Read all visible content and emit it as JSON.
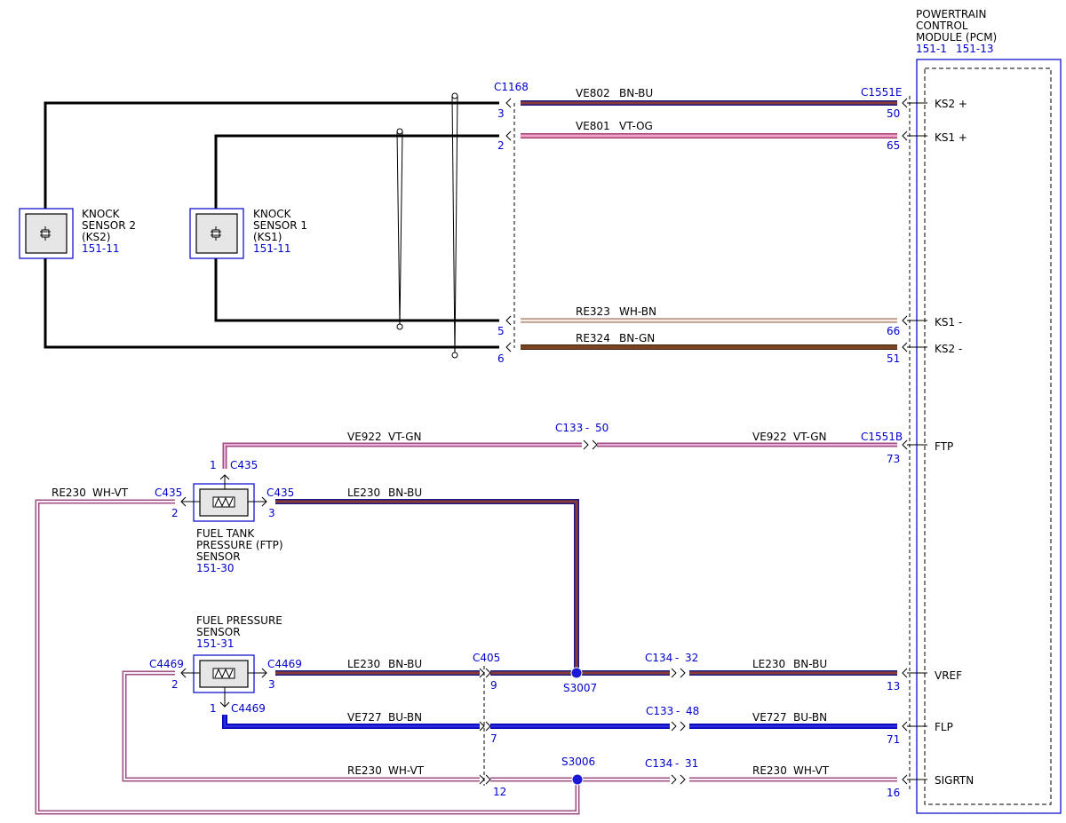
{
  "pcm": {
    "title_lines": [
      "POWERTRAIN",
      "CONTROL",
      "MODULE (PCM)"
    ],
    "refs": [
      "151-1",
      "151-13"
    ],
    "pins": [
      {
        "label": "KS2 +"
      },
      {
        "label": "KS1 +"
      },
      {
        "label": "KS1 -"
      },
      {
        "label": "KS2 -"
      },
      {
        "label": "FTP"
      },
      {
        "label": "VREF"
      },
      {
        "label": "FLP"
      },
      {
        "label": "SIGRTN"
      }
    ]
  },
  "components": {
    "ks2": {
      "lines": [
        "KNOCK",
        "SENSOR 2",
        "(KS2)"
      ],
      "ref": "151-11"
    },
    "ks1": {
      "lines": [
        "KNOCK",
        "SENSOR 1",
        "(KS1)"
      ],
      "ref": "151-11"
    },
    "ftp": {
      "lines": [
        "FUEL TANK",
        "PRESSURE (FTP)",
        "SENSOR"
      ],
      "ref": "151-30"
    },
    "fps": {
      "lines": [
        "FUEL PRESSURE",
        "SENSOR"
      ],
      "ref": "151-31"
    }
  },
  "connectors": {
    "c1168": "C1168",
    "c1551e": "C1551E",
    "c1551b": "C1551B",
    "c133_50": [
      "C133",
      "-",
      "50"
    ],
    "c435_top": "C435",
    "c435_left": "C435",
    "c435_right": "C435",
    "c4469_left": "C4469",
    "c4469_right": "C4469",
    "c4469_bottom": "C4469",
    "c405": "C405",
    "c134_32": [
      "C134",
      "-",
      "32"
    ],
    "c133_48": [
      "C133",
      "-",
      "48"
    ],
    "c134_31": [
      "C134",
      "-",
      "31"
    ]
  },
  "splices": {
    "s3007": "S3007",
    "s3006": "S3006"
  },
  "pins": {
    "c1168_3": "3",
    "c1168_2": "2",
    "c1168_5": "5",
    "c1168_6": "6",
    "pcm_50": "50",
    "pcm_65": "65",
    "pcm_66": "66",
    "pcm_51": "51",
    "pcm_73": "73",
    "pcm_13": "13",
    "pcm_71": "71",
    "pcm_16": "16",
    "ftp_1": "1",
    "ftp_2": "2",
    "ftp_3": "3",
    "fps_1": "1",
    "fps_2": "2",
    "fps_3": "3",
    "c405_9": "9",
    "c405_7": "7",
    "c405_12": "12"
  },
  "wires": {
    "ve802": [
      "VE802",
      "BN-BU"
    ],
    "ve801": [
      "VE801",
      "VT-OG"
    ],
    "re323": [
      "RE323",
      "WH-BN"
    ],
    "re324": [
      "RE324",
      "BN-GN"
    ],
    "ve922_a": [
      "VE922",
      "VT-GN"
    ],
    "ve922_b": [
      "VE922",
      "VT-GN"
    ],
    "re230_top": [
      "RE230",
      "WH-VT"
    ],
    "le230_top": [
      "LE230",
      "BN-BU"
    ],
    "le230_mid": [
      "LE230",
      "BN-BU"
    ],
    "le230_right": [
      "LE230",
      "BN-BU"
    ],
    "ve727_a": [
      "VE727",
      "BU-BN"
    ],
    "ve727_b": [
      "VE727",
      "BU-BN"
    ],
    "re230_a": [
      "RE230",
      "WH-VT"
    ],
    "re230_b": [
      "RE230",
      "WH-VT"
    ]
  },
  "colors": {
    "BN": "#6b3410",
    "BU": "#1a1ad6",
    "VT": "#cc66cc",
    "OG": "#f08020",
    "WH": "#f4f4f4",
    "GN": "#2e8b2e",
    "connector_blue": "#0000cc"
  }
}
